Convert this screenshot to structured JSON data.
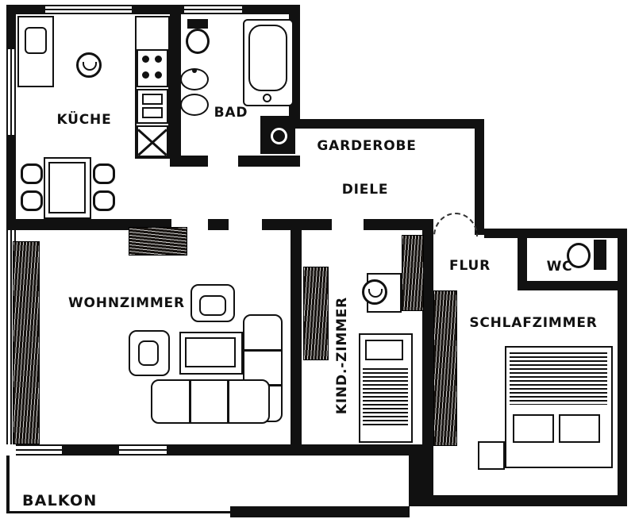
{
  "floorplan": {
    "rooms": {
      "kueche": {
        "label": "KÜCHE"
      },
      "bad": {
        "label": "BAD"
      },
      "garderobe": {
        "label": "GARDEROBE"
      },
      "diele": {
        "label": "DIELE"
      },
      "flur": {
        "label": "FLUR"
      },
      "wc": {
        "label": "WC"
      },
      "wohnzimmer": {
        "label": "WOHNZIMMER"
      },
      "kinderzimmer": {
        "label": "KIND.-ZIMMER"
      },
      "schlafzimmer": {
        "label": "SCHLAFZIMMER"
      },
      "balkon": {
        "label": "BALKON"
      }
    },
    "colors": {
      "wall": "#111111",
      "paper": "#ffffff",
      "wood": "#181411"
    },
    "furniture_icons": [
      "bathtub-icon",
      "toilet-icon",
      "washbasin-icon",
      "bidet-icon",
      "washing-machine-icon",
      "stove-icon",
      "kitchen-sink-icon",
      "dishwasher-icon",
      "kitchen-counter-icon",
      "dining-table-icon",
      "chair-icon",
      "stool-icon",
      "sofa-icon",
      "armchair-icon",
      "coffee-table-icon",
      "desk-icon",
      "single-bed-icon",
      "double-bed-icon",
      "nightstand-icon",
      "wardrobe-icon",
      "door-swing-icon",
      "window-icon"
    ]
  }
}
